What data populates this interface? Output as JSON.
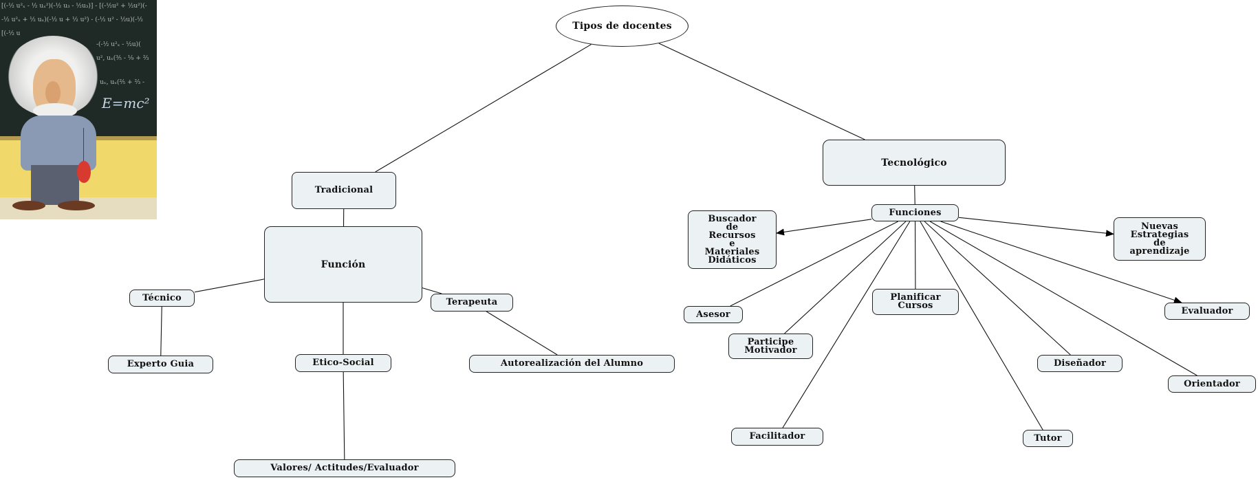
{
  "image": {
    "description": "Caricature of Einstein in front of a chalkboard",
    "chalkboard_text": "E=mc²"
  },
  "nodes": {
    "tipos": "Tipos de docentes",
    "tradicional": "Tradicional",
    "funcion": "Función",
    "tecnico": "Técnico",
    "experto": "Experto Guia",
    "etico": "Etico-Social",
    "valores": "Valores/ Actitudes/Evaluador",
    "terapeuta": "Terapeuta",
    "autorealizacion": "Autorealización del Alumno",
    "tecnologico": "Tecnológico",
    "funciones": "Funciones",
    "buscador": "Buscador\nde\nRecursos\ne\nMateriales\nDidáticos",
    "nuevas": "Nuevas\nEstrategias\nde\naprendizaje",
    "asesor": "Asesor",
    "participe": "Participe\nMotivador",
    "planificar": "Planificar\nCursos",
    "evaluador": "Evaluador",
    "disenador": "Diseñador",
    "orientador": "Orientador",
    "facilitador": "Facilitador",
    "tutor": "Tutor"
  },
  "edges": [
    {
      "from": "tipos",
      "to": "tradicional",
      "arrow": false
    },
    {
      "from": "tipos",
      "to": "tecnologico",
      "arrow": false
    },
    {
      "from": "tradicional",
      "to": "funcion",
      "arrow": false
    },
    {
      "from": "funcion",
      "to": "tecnico",
      "arrow": false
    },
    {
      "from": "funcion",
      "to": "etico",
      "arrow": false
    },
    {
      "from": "funcion",
      "to": "terapeuta",
      "arrow": false
    },
    {
      "from": "tecnico",
      "to": "experto",
      "arrow": false
    },
    {
      "from": "etico",
      "to": "valores",
      "arrow": false
    },
    {
      "from": "terapeuta",
      "to": "autorealizacion",
      "arrow": false
    },
    {
      "from": "tecnologico",
      "to": "funciones",
      "arrow": false
    },
    {
      "from": "funciones",
      "to": "buscador",
      "arrow": true
    },
    {
      "from": "funciones",
      "to": "nuevas",
      "arrow": true
    },
    {
      "from": "funciones",
      "to": "evaluador",
      "arrow": true
    },
    {
      "from": "funciones",
      "to": "asesor",
      "arrow": false
    },
    {
      "from": "funciones",
      "to": "participe",
      "arrow": false
    },
    {
      "from": "funciones",
      "to": "planificar",
      "arrow": false
    },
    {
      "from": "funciones",
      "to": "facilitador",
      "arrow": false
    },
    {
      "from": "funciones",
      "to": "tutor",
      "arrow": false
    },
    {
      "from": "funciones",
      "to": "disenador",
      "arrow": false
    },
    {
      "from": "funciones",
      "to": "orientador",
      "arrow": false
    }
  ]
}
